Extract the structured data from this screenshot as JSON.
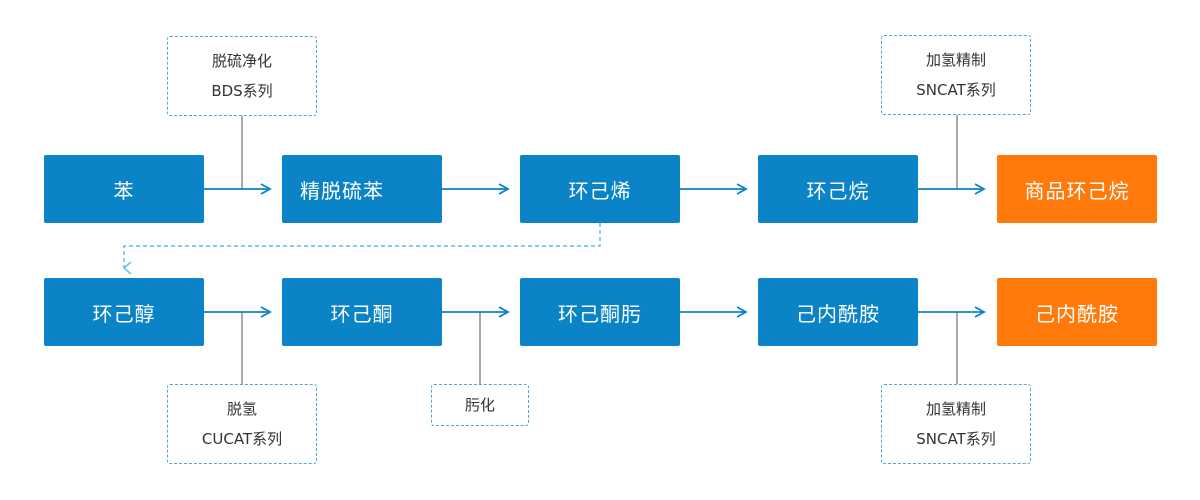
{
  "colors": {
    "process_box": "#0a84c6",
    "product_box": "#ff7a0a",
    "arrow": "#0a84c6",
    "note_border": "#4ea6d6",
    "dashed_link": "#5fc0f0"
  },
  "row1": {
    "n1": "苯",
    "n2": "精脱硫苯",
    "n3": "环己烯",
    "n4": "环己烷",
    "n5": "商品环己烷"
  },
  "row2": {
    "n1": "环己醇",
    "n2": "环己酮",
    "n3": "环己酮肟",
    "n4": "己内酰胺",
    "n5": "己内酰胺"
  },
  "notes": {
    "bds": {
      "line1": "脱硫净化",
      "line2": "BDS系列"
    },
    "sncat_top": {
      "line1": "加氢精制",
      "line2": "SNCAT系列"
    },
    "cucat": {
      "line1": "脱氢",
      "line2": "CUCAT系列"
    },
    "oxime": {
      "line1": "肟化"
    },
    "sncat_bottom": {
      "line1": "加氢精制",
      "line2": "SNCAT系列"
    }
  }
}
